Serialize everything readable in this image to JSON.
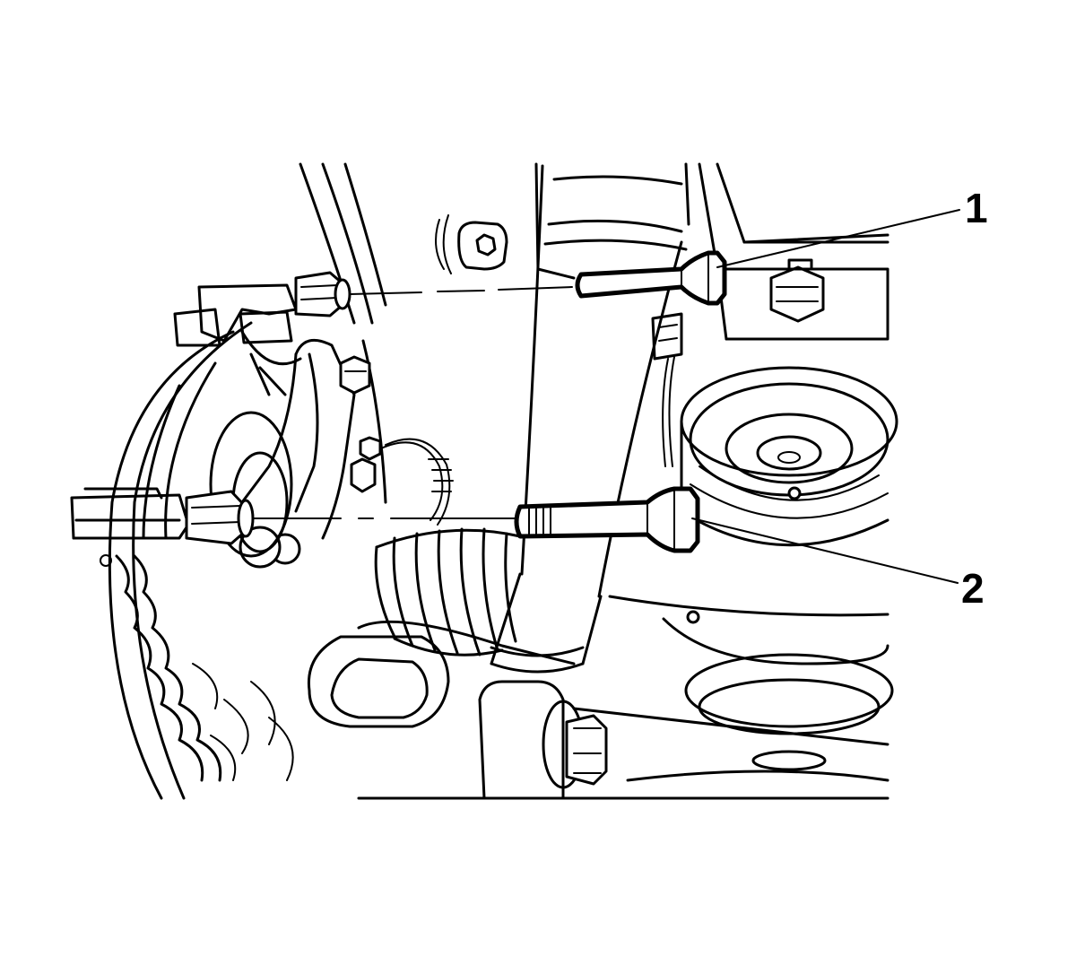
{
  "diagram": {
    "callouts": [
      {
        "id": 1,
        "label": "1"
      },
      {
        "id": 2,
        "label": "2"
      }
    ]
  }
}
